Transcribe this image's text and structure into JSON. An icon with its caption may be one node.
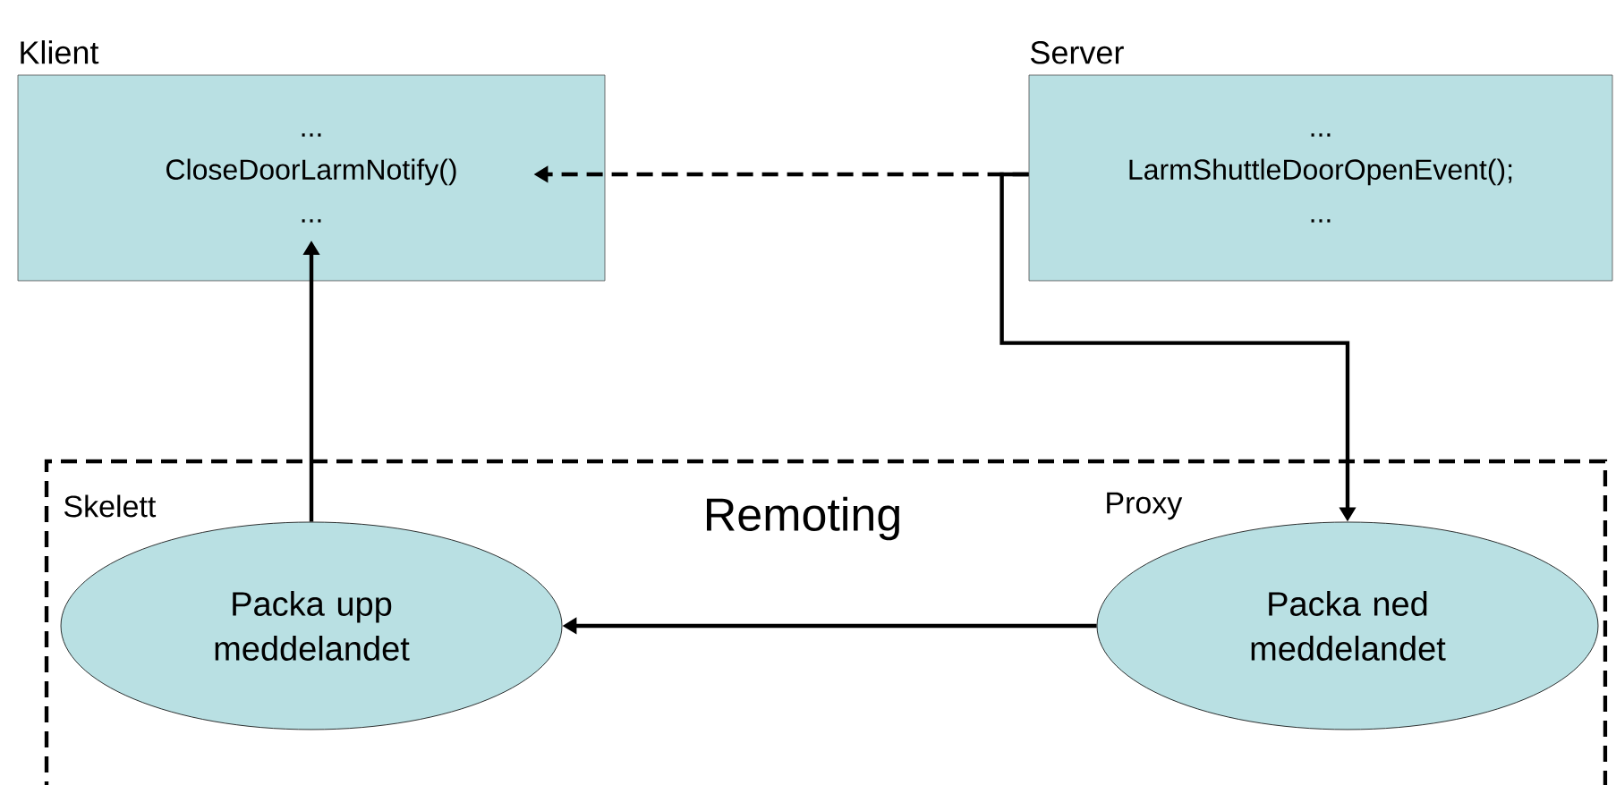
{
  "diagram": {
    "nodes": [
      {
        "text": [
          "Klient",
          "...",
          "CloseDoorLarmNotify()",
          "..."
        ]
      },
      {
        "text": [
          "Server",
          "...",
          "LarmShuttleDoorOpenEvent();",
          "..."
        ]
      },
      {
        "text": [
          "Remoting"
        ]
      },
      {
        "text": [
          "Packa upp meddelandet"
        ],
        "beside": [
          "Skelett"
        ],
        "in": 2
      },
      {
        "text": [
          "Packa ned meddelandet"
        ],
        "beside": [
          "Proxy"
        ],
        "in": 2
      }
    ],
    "edges": [
      {
        "from": 1,
        "to": 0,
        "arrow": "to",
        "style": "dashed"
      },
      {
        "from": 1,
        "to": 4,
        "arrow": "to"
      },
      {
        "from": 4,
        "to": 3,
        "arrow": "to"
      },
      {
        "from": 3,
        "to": 0,
        "arrow": "to"
      }
    ]
  }
}
